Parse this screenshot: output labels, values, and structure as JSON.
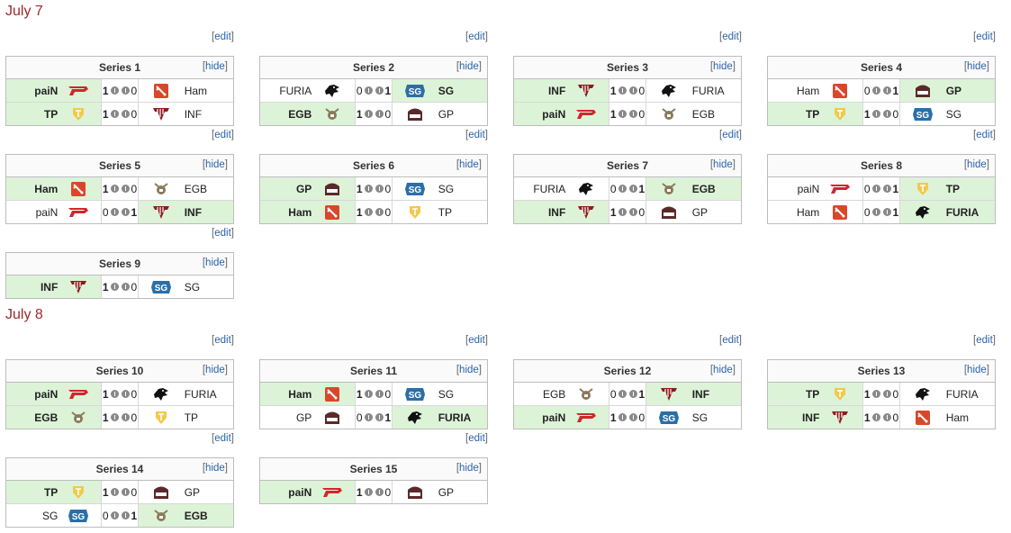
{
  "days": [
    {
      "label": "July 7"
    },
    {
      "label": "July 8"
    }
  ],
  "edit_label": "edit",
  "hide_label": "hide",
  "teams": {
    "paiN": {
      "color": "#d1262b",
      "icon": "pain-logo-icon"
    },
    "TP": {
      "color": "#f2c94c",
      "icon": "tp-logo-icon"
    },
    "Ham": {
      "color": "#d9472b",
      "icon": "dota-logo-icon"
    },
    "INF": {
      "color": "#8a1c1c",
      "icon": "inf-logo-icon"
    },
    "FURIA": {
      "color": "#111111",
      "icon": "furia-logo-icon"
    },
    "EGB": {
      "color": "#8a7a5a",
      "icon": "egb-logo-icon"
    },
    "SG": {
      "color": "#2b6fa6",
      "icon": "sg-logo-icon"
    },
    "GP": {
      "color": "#5a2a2a",
      "icon": "gp-logo-icon"
    }
  },
  "series": [
    {
      "title": "Series 1",
      "matches": [
        {
          "t1": "paiN",
          "s1": "1",
          "s2": "0",
          "t2": "Ham",
          "win": 1
        },
        {
          "t1": "TP",
          "s1": "1",
          "s2": "0",
          "t2": "INF",
          "win": 1
        }
      ]
    },
    {
      "title": "Series 2",
      "matches": [
        {
          "t1": "FURIA",
          "s1": "0",
          "s2": "1",
          "t2": "SG",
          "win": 2
        },
        {
          "t1": "EGB",
          "s1": "1",
          "s2": "0",
          "t2": "GP",
          "win": 1
        }
      ]
    },
    {
      "title": "Series 3",
      "matches": [
        {
          "t1": "INF",
          "s1": "1",
          "s2": "0",
          "t2": "FURIA",
          "win": 1
        },
        {
          "t1": "paiN",
          "s1": "1",
          "s2": "0",
          "t2": "EGB",
          "win": 1
        }
      ]
    },
    {
      "title": "Series 4",
      "matches": [
        {
          "t1": "Ham",
          "s1": "0",
          "s2": "1",
          "t2": "GP",
          "win": 2
        },
        {
          "t1": "TP",
          "s1": "1",
          "s2": "0",
          "t2": "SG",
          "win": 1
        }
      ]
    },
    {
      "title": "Series 5",
      "matches": [
        {
          "t1": "Ham",
          "s1": "1",
          "s2": "0",
          "t2": "EGB",
          "win": 1
        },
        {
          "t1": "paiN",
          "s1": "0",
          "s2": "1",
          "t2": "INF",
          "win": 2
        }
      ]
    },
    {
      "title": "Series 6",
      "matches": [
        {
          "t1": "GP",
          "s1": "1",
          "s2": "0",
          "t2": "SG",
          "win": 1
        },
        {
          "t1": "Ham",
          "s1": "1",
          "s2": "0",
          "t2": "TP",
          "win": 1
        }
      ]
    },
    {
      "title": "Series 7",
      "matches": [
        {
          "t1": "FURIA",
          "s1": "0",
          "s2": "1",
          "t2": "EGB",
          "win": 2
        },
        {
          "t1": "INF",
          "s1": "1",
          "s2": "0",
          "t2": "GP",
          "win": 1
        }
      ]
    },
    {
      "title": "Series 8",
      "matches": [
        {
          "t1": "paiN",
          "s1": "0",
          "s2": "1",
          "t2": "TP",
          "win": 2
        },
        {
          "t1": "Ham",
          "s1": "0",
          "s2": "1",
          "t2": "FURIA",
          "win": 2
        }
      ]
    },
    {
      "title": "Series 9",
      "matches": [
        {
          "t1": "INF",
          "s1": "1",
          "s2": "0",
          "t2": "SG",
          "win": 1
        }
      ]
    },
    {
      "title": "Series 10",
      "matches": [
        {
          "t1": "paiN",
          "s1": "1",
          "s2": "0",
          "t2": "FURIA",
          "win": 1
        },
        {
          "t1": "EGB",
          "s1": "1",
          "s2": "0",
          "t2": "TP",
          "win": 1
        }
      ]
    },
    {
      "title": "Series 11",
      "matches": [
        {
          "t1": "Ham",
          "s1": "1",
          "s2": "0",
          "t2": "SG",
          "win": 1
        },
        {
          "t1": "GP",
          "s1": "0",
          "s2": "1",
          "t2": "FURIA",
          "win": 2
        }
      ]
    },
    {
      "title": "Series 12",
      "matches": [
        {
          "t1": "EGB",
          "s1": "0",
          "s2": "1",
          "t2": "INF",
          "win": 2
        },
        {
          "t1": "paiN",
          "s1": "1",
          "s2": "0",
          "t2": "SG",
          "win": 1
        }
      ]
    },
    {
      "title": "Series 13",
      "matches": [
        {
          "t1": "TP",
          "s1": "1",
          "s2": "0",
          "t2": "FURIA",
          "win": 1
        },
        {
          "t1": "INF",
          "s1": "1",
          "s2": "0",
          "t2": "Ham",
          "win": 1
        }
      ]
    },
    {
      "title": "Series 14",
      "matches": [
        {
          "t1": "TP",
          "s1": "1",
          "s2": "0",
          "t2": "GP",
          "win": 1
        },
        {
          "t1": "SG",
          "s1": "0",
          "s2": "1",
          "t2": "EGB",
          "win": 2
        }
      ]
    },
    {
      "title": "Series 15",
      "matches": [
        {
          "t1": "paiN",
          "s1": "1",
          "s2": "0",
          "t2": "GP",
          "win": 1
        }
      ]
    }
  ]
}
